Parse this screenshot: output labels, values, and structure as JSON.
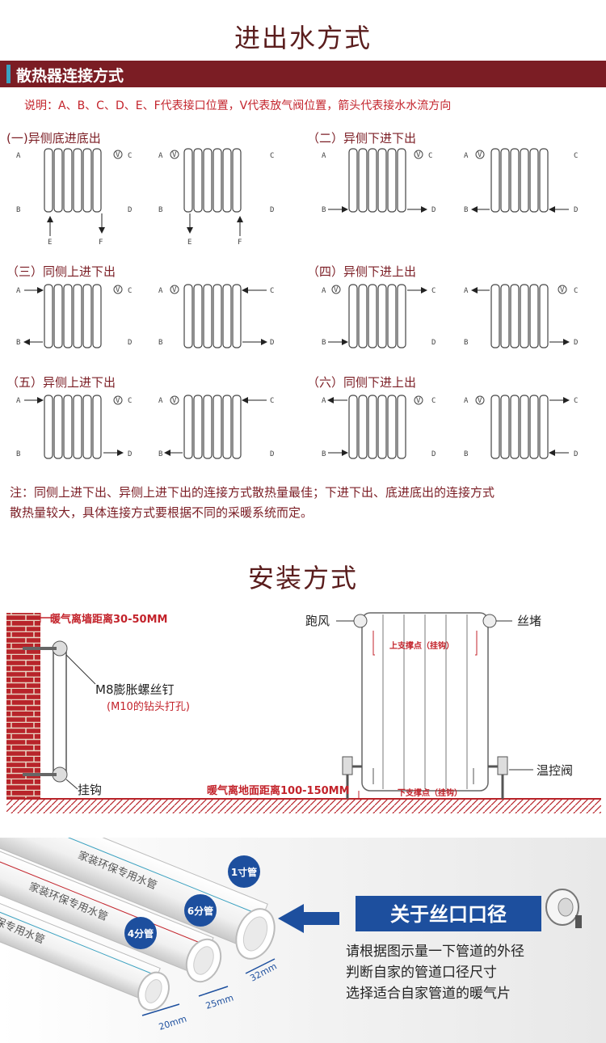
{
  "header": {
    "title": "进出水方式"
  },
  "section_bar": {
    "label": "散热器连接方式"
  },
  "legend_note": "说明：A、B、C、D、E、F代表接口位置，V代表放气阀位置，箭头代表接水水流方向",
  "diagrams": [
    {
      "title": "(一)异侧底进底出"
    },
    {
      "title": "（二）异侧下进下出"
    },
    {
      "title": "（三）同侧上进下出"
    },
    {
      "title": "（四）异侧下进上出"
    },
    {
      "title": "（五）异侧上进下出"
    },
    {
      "title": "（六）同侧下进上出"
    }
  ],
  "port_letters": {
    "a": "A",
    "b": "B",
    "c": "C",
    "d": "D",
    "e": "E",
    "f": "F",
    "v": "V"
  },
  "footnote": {
    "line1": "注：同侧上进下出、异侧上进下出的连接方式散热量最佳；下进下出、底进底出的连接方式",
    "line2": "散热量较大，具体连接方式要根据不同的采暖系统而定。"
  },
  "install": {
    "title": "安装方式",
    "wall_distance": "暖气离墙距离30-50MM",
    "bolt": "M8膨胀螺丝钉",
    "bolt_note": "(M10的钻头打孔)",
    "hook": "挂钩",
    "air_vent": "跑风",
    "plug": "丝堵",
    "upper_support": "上支撑点（挂钩）",
    "lower_support": "下支撑点（挂钩）",
    "valve": "温控阀",
    "floor_distance": "暖气离地面距离100-150MM"
  },
  "pipes": {
    "heading": "关于丝口口径",
    "text_lines": [
      "请根据图示量一下管道的外径",
      "判断自家的管道口径尺寸",
      "选择适合自家管道的暖气片"
    ],
    "pipe_print": "家装环保专用水管",
    "tags": [
      "4分管",
      "6分管",
      "1寸管"
    ],
    "sizes": [
      "20mm",
      "25mm",
      "32mm"
    ]
  },
  "colors": {
    "brand": "#7b1d24",
    "accent": "#3aa1c0",
    "red": "#c3232b",
    "blue": "#1d4f9e"
  }
}
